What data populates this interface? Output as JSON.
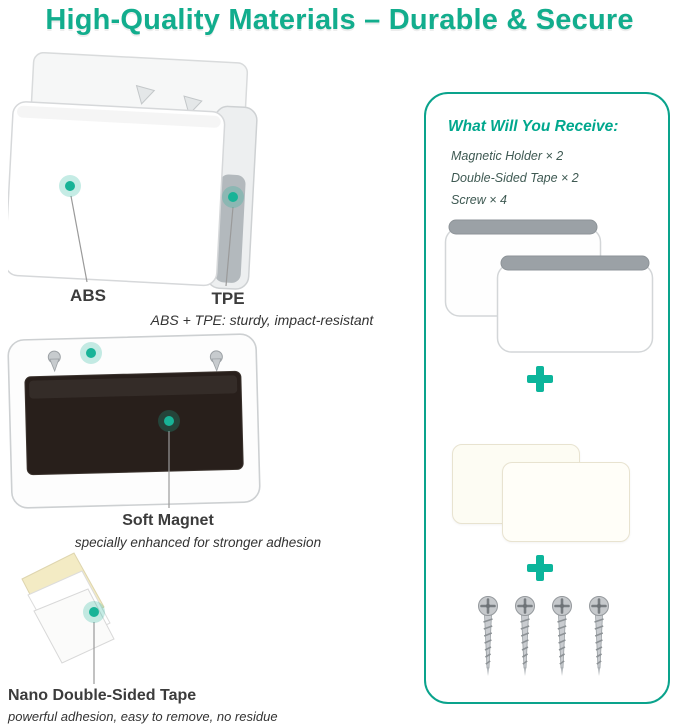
{
  "title": "High-Quality Materials – Durable & Secure",
  "annotations": {
    "abs": {
      "label": "ABS"
    },
    "tpe": {
      "label": "TPE"
    },
    "abs_tpe_desc": "ABS + TPE: sturdy, impact-resistant",
    "magnet": {
      "label": "Soft Magnet",
      "desc": "specially enhanced for stronger adhesion"
    },
    "tape": {
      "label": "Nano Double-Sided Tape",
      "desc": "powerful adhesion, easy to remove, no residue"
    }
  },
  "receive_panel": {
    "title": "What Will You Receive:",
    "items": [
      "Magnetic Holder × 2",
      "Double-Sided Tape × 2",
      "Screw × 4"
    ],
    "plus_icon": "+"
  },
  "colors": {
    "accent_teal": "#0CB59B",
    "panel_border": "#0AA38C",
    "title_teal": "#12AD8D",
    "magnet_dark": "#281F1B",
    "label_dark": "#3C3C3C"
  }
}
